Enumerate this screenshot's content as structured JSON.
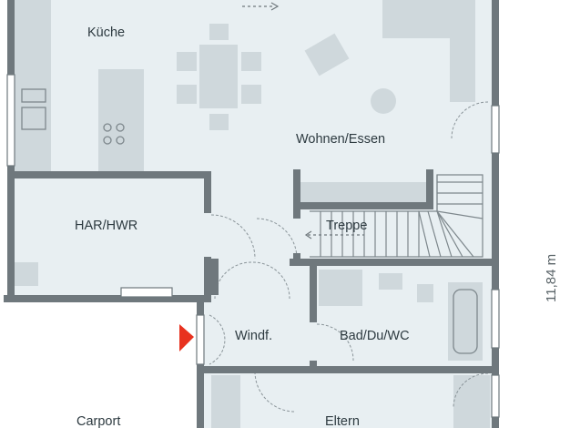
{
  "rooms": {
    "kueche": "Küche",
    "wohnen": "Wohnen/Essen",
    "har": "HAR/HWR",
    "treppe": "Treppe",
    "windf": "Windf.",
    "bad": "Bad/Du/WC",
    "carport": "Carport",
    "eltern": "Eltern"
  },
  "dimension": "11,84 m",
  "colors": {
    "wall": "#6f787d",
    "floor": "#e8eff2",
    "furniture": "#cfd8dc",
    "entrance_marker": "#e8321f"
  },
  "icons": {
    "entrance": "entrance-arrow-icon"
  }
}
